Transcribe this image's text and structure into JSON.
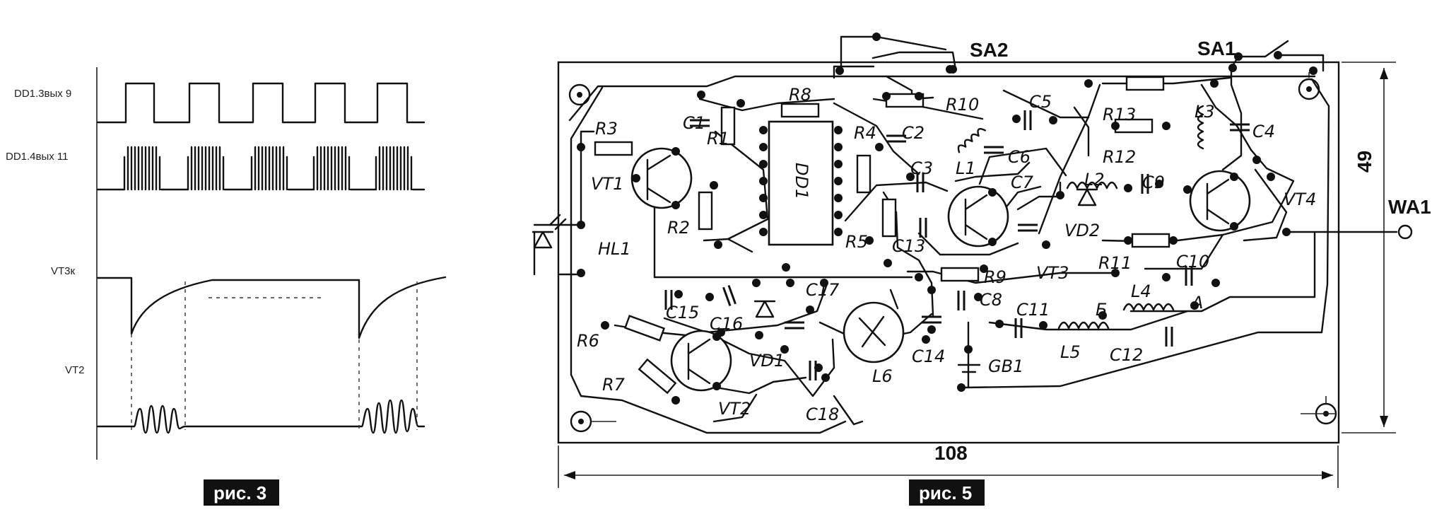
{
  "figure3": {
    "caption": "рис. 3",
    "signals": [
      {
        "label": "DD1.3вых 9"
      },
      {
        "label": "DD1.4вых 11"
      },
      {
        "label": "VT3к"
      },
      {
        "label": "VT2"
      }
    ]
  },
  "figure5": {
    "caption": "рис. 5",
    "switches": {
      "sa1": "SA1",
      "sa2": "SA2"
    },
    "antenna": "WA1",
    "dim_width": "108",
    "dim_height": "49",
    "ic": "DD1",
    "parts": {
      "r1": "R1",
      "r2": "R2",
      "r3": "R3",
      "r4": "R4",
      "r5": "R5",
      "r6": "R6",
      "r7": "R7",
      "r8": "R8",
      "r9": "R9",
      "r10": "R10",
      "r11": "R11",
      "r12": "R12",
      "r13": "R13",
      "c1": "C1",
      "c2": "C2",
      "c3": "C3",
      "c4": "C4",
      "c5": "C5",
      "c6": "C6",
      "c7": "C7",
      "c8": "C8",
      "c9": "C9",
      "c10": "C10",
      "c11": "C11",
      "c12": "C12",
      "c13": "C13",
      "c14": "C14",
      "c15": "C15",
      "c16": "C16",
      "c17": "C17",
      "c18": "C18",
      "l1": "L1",
      "l2": "L2",
      "l3": "L3",
      "l4": "L4",
      "l5": "L5",
      "l6": "L6",
      "vt1": "VT1",
      "vt2": "VT2",
      "vt3": "VT3",
      "vt4": "VT4",
      "vd1": "VD1",
      "vd2": "VD2",
      "hl1": "HL1",
      "gb1": "GB1",
      "tap_a": "A",
      "tap_b": "Б"
    }
  }
}
